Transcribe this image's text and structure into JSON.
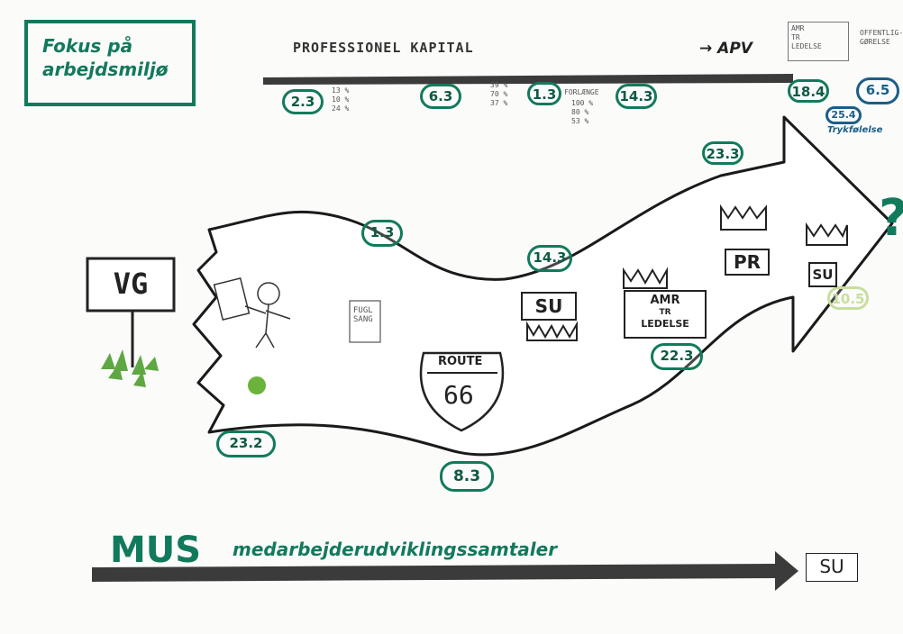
{
  "title": "Fokus på arbejdsmiljø",
  "top_bar": {
    "label": "PROFESSIONEL KAPITAL",
    "apv_label": "→ APV",
    "apv_box": [
      "AMR",
      "TR",
      "LEDELSE"
    ],
    "apv_box_note": "OFFENTLIG-GØRELSE",
    "forlaeng_label": "FORLÆNGE",
    "dates": [
      "2.3",
      "6.3",
      "1.3",
      "14.3",
      "18.4",
      "6.5",
      "25.4"
    ],
    "stats_1": [
      "13 %",
      "10 %",
      "24 %"
    ],
    "stats_2": [
      "39 %",
      "70 %",
      "37 %"
    ],
    "stats_3": [
      "100 %",
      "80 %",
      "53 %"
    ],
    "blue_note": "Trykfølelse"
  },
  "vg_sign": "VG",
  "flow_dates": [
    "1.3",
    "14.3",
    "23.3",
    "23.2",
    "8.3",
    "22.3",
    "10.5"
  ],
  "nodes": {
    "notebook_label": [
      "FUGL",
      "SANG"
    ],
    "route_top": "ROUTE",
    "route_num": "66",
    "su_1": "SU",
    "amr": [
      "AMR",
      "TR",
      "LEDELSE"
    ],
    "pr": "PR",
    "su_2": "SU",
    "question": "?"
  },
  "bottom_bar": {
    "label": "MUS",
    "sublabel": "medarbejderudviklingssamtaler",
    "su": "SU"
  }
}
